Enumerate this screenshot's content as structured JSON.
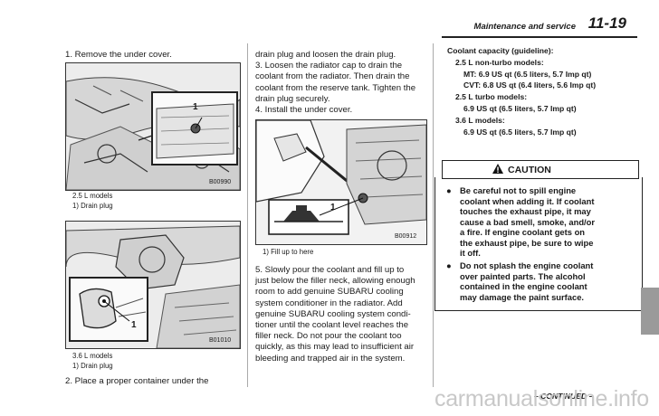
{
  "header": {
    "section_title": "Maintenance and service",
    "page_number": "11-19"
  },
  "left": {
    "step1": "1.  Remove the under cover.",
    "fig1": {
      "code": "B00990",
      "callout": "1",
      "model": "2.5 L models",
      "legend": "1)    Drain plug"
    },
    "fig2": {
      "code": "B01010",
      "callout": "1",
      "model": "3.6 L models",
      "legend": "1)    Drain plug"
    },
    "step2": "2.  Place a proper container under the"
  },
  "middle": {
    "lines_top": [
      "drain plug and loosen the drain plug.",
      "3.  Loosen the radiator cap to drain the",
      "coolant from the radiator. Then drain the",
      "coolant from the reserve tank. Tighten the",
      "drain plug securely.",
      "4.  Install the under cover."
    ],
    "fig3": {
      "code": "B00912",
      "callout": "1",
      "legend": "1)    Fill up to here"
    },
    "lines_bottom": [
      "5.  Slowly pour the coolant and fill up to",
      "just below the filler neck, allowing enough",
      "room to add genuine SUBARU cooling",
      "system conditioner in the radiator. Add",
      "genuine SUBARU cooling system condi-",
      "tioner until the coolant level reaches the",
      "filler neck. Do not pour the coolant too",
      "quickly, as this may lead to insufficient air",
      "bleeding and trapped air in the system."
    ]
  },
  "right": {
    "capacity_lines": [
      "Coolant capacity (guideline):",
      "2.5 L non-turbo models:",
      "MT: 6.9 US qt (6.5 liters, 5.7 Imp qt)",
      "CVT: 6.8 US qt (6.4 liters, 5.6 Imp qt)",
      "2.5 L turbo models:",
      "6.9 US qt (6.5 liters, 5.7 Imp qt)",
      "3.6 L models:",
      "6.9 US qt (6.5 liters, 5.7 Imp qt)"
    ],
    "caution_label": "CAUTION",
    "bullet_marker": "●",
    "bullet1_lines": [
      "Be careful not to spill engine",
      "coolant when adding it. If coolant",
      "touches the exhaust pipe, it may",
      "cause a bad smell, smoke, and/or",
      "a fire. If engine coolant gets on",
      "the exhaust pipe, be sure to wipe",
      "it off."
    ],
    "bullet2_lines": [
      "Do not splash the engine coolant",
      "over painted parts. The alcohol",
      "contained in the engine coolant",
      "may damage the paint surface."
    ],
    "continued": "– CONTINUED –"
  },
  "watermark": "carmanualsonline.info"
}
